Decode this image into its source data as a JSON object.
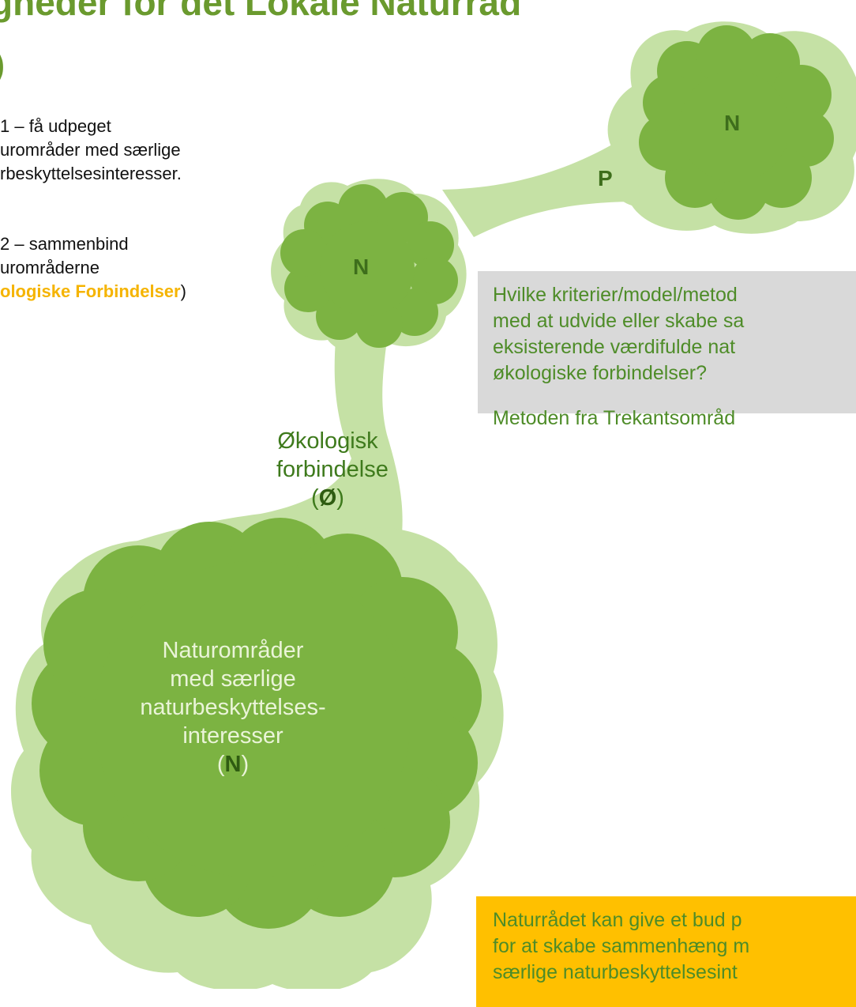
{
  "header": {
    "title": "gheder for det Lokale Naturråd",
    "paren_fragment": ")"
  },
  "phases": {
    "phase1": {
      "line1": " 1 – få udpeget",
      "line2": "urområder med særlige",
      "line3": "rbeskyttelsesinteresser."
    },
    "phase2": {
      "line1": " 2 – sammenbind",
      "line2": "urområderne",
      "line3_highlight": "ologiske Forbindelser",
      "line3_end": ")"
    }
  },
  "diagram": {
    "top_area_label": "N",
    "middle_area_label": "N",
    "corridor_label": "P",
    "eco_connection": {
      "line1": "Økologisk",
      "line2": "forbindelse",
      "symbol_open": "(",
      "symbol": "Ø",
      "symbol_close": ")"
    },
    "big_area": {
      "line1": "Naturområder",
      "line2": "med særlige",
      "line3": "naturbeskyttelses-",
      "line4": "interesser",
      "symbol_open": "(",
      "symbol": "N",
      "symbol_close": ")"
    }
  },
  "question_box": {
    "line1": "Hvilke kriterier/model/metod",
    "line2": "med at udvide eller skabe sa",
    "line3": "eksisterende værdifulde nat",
    "line4": "økologiske forbindelser?",
    "line5": "Metoden fra Trekantsområd"
  },
  "bid_box": {
    "line1": "Naturrådet kan give et bud p",
    "line2": "for at skabe sammenhæng m",
    "line3": "særlige naturbeskyttelsesint"
  },
  "colors": {
    "light_green": "#c5e1a5",
    "dark_green": "#7cb342",
    "text_green": "#4e8c28",
    "highlight": "#f5b400",
    "gray_box": "#d9d9d9",
    "yellow_box": "#ffc000"
  }
}
